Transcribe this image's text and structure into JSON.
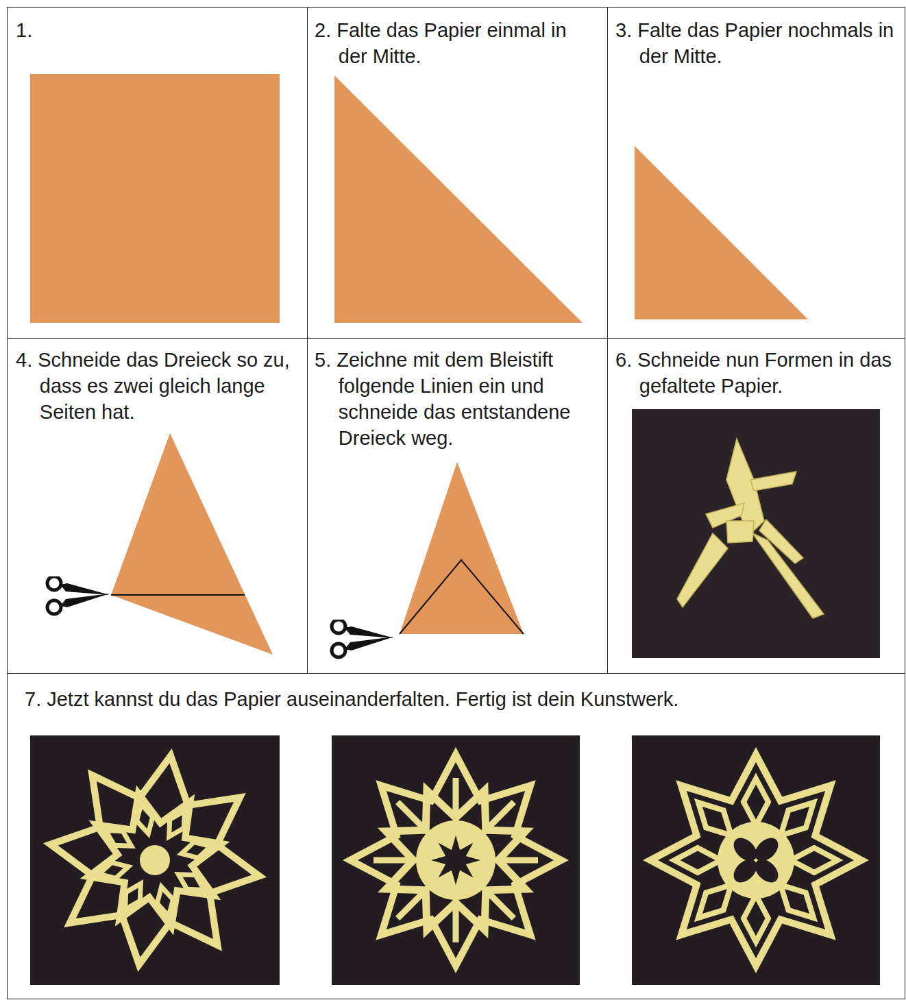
{
  "diagram": {
    "nodes": [
      {
        "text": [
          "1."
        ]
      },
      {
        "text": [
          "2. Falte das Papier einmal in der Mitte."
        ]
      },
      {
        "text": [
          "3. Falte das Papier nochmals in der Mitte."
        ]
      },
      {
        "text": [
          "4. Schneide das Dreieck so zu, dass es zwei gleich lange Seiten hat."
        ]
      },
      {
        "text": [
          "5. Zeichne mit dem Bleistift folgende Linien ein und schneide das entstandene Dreieck weg."
        ]
      },
      {
        "text": [
          "6. Schneide nun Formen in das gefaltete Papier."
        ]
      },
      {
        "text": [
          "7. Jetzt kannst du das Papier auseinanderfalten. Fertig ist dein Kunstwerk."
        ]
      }
    ]
  }
}
